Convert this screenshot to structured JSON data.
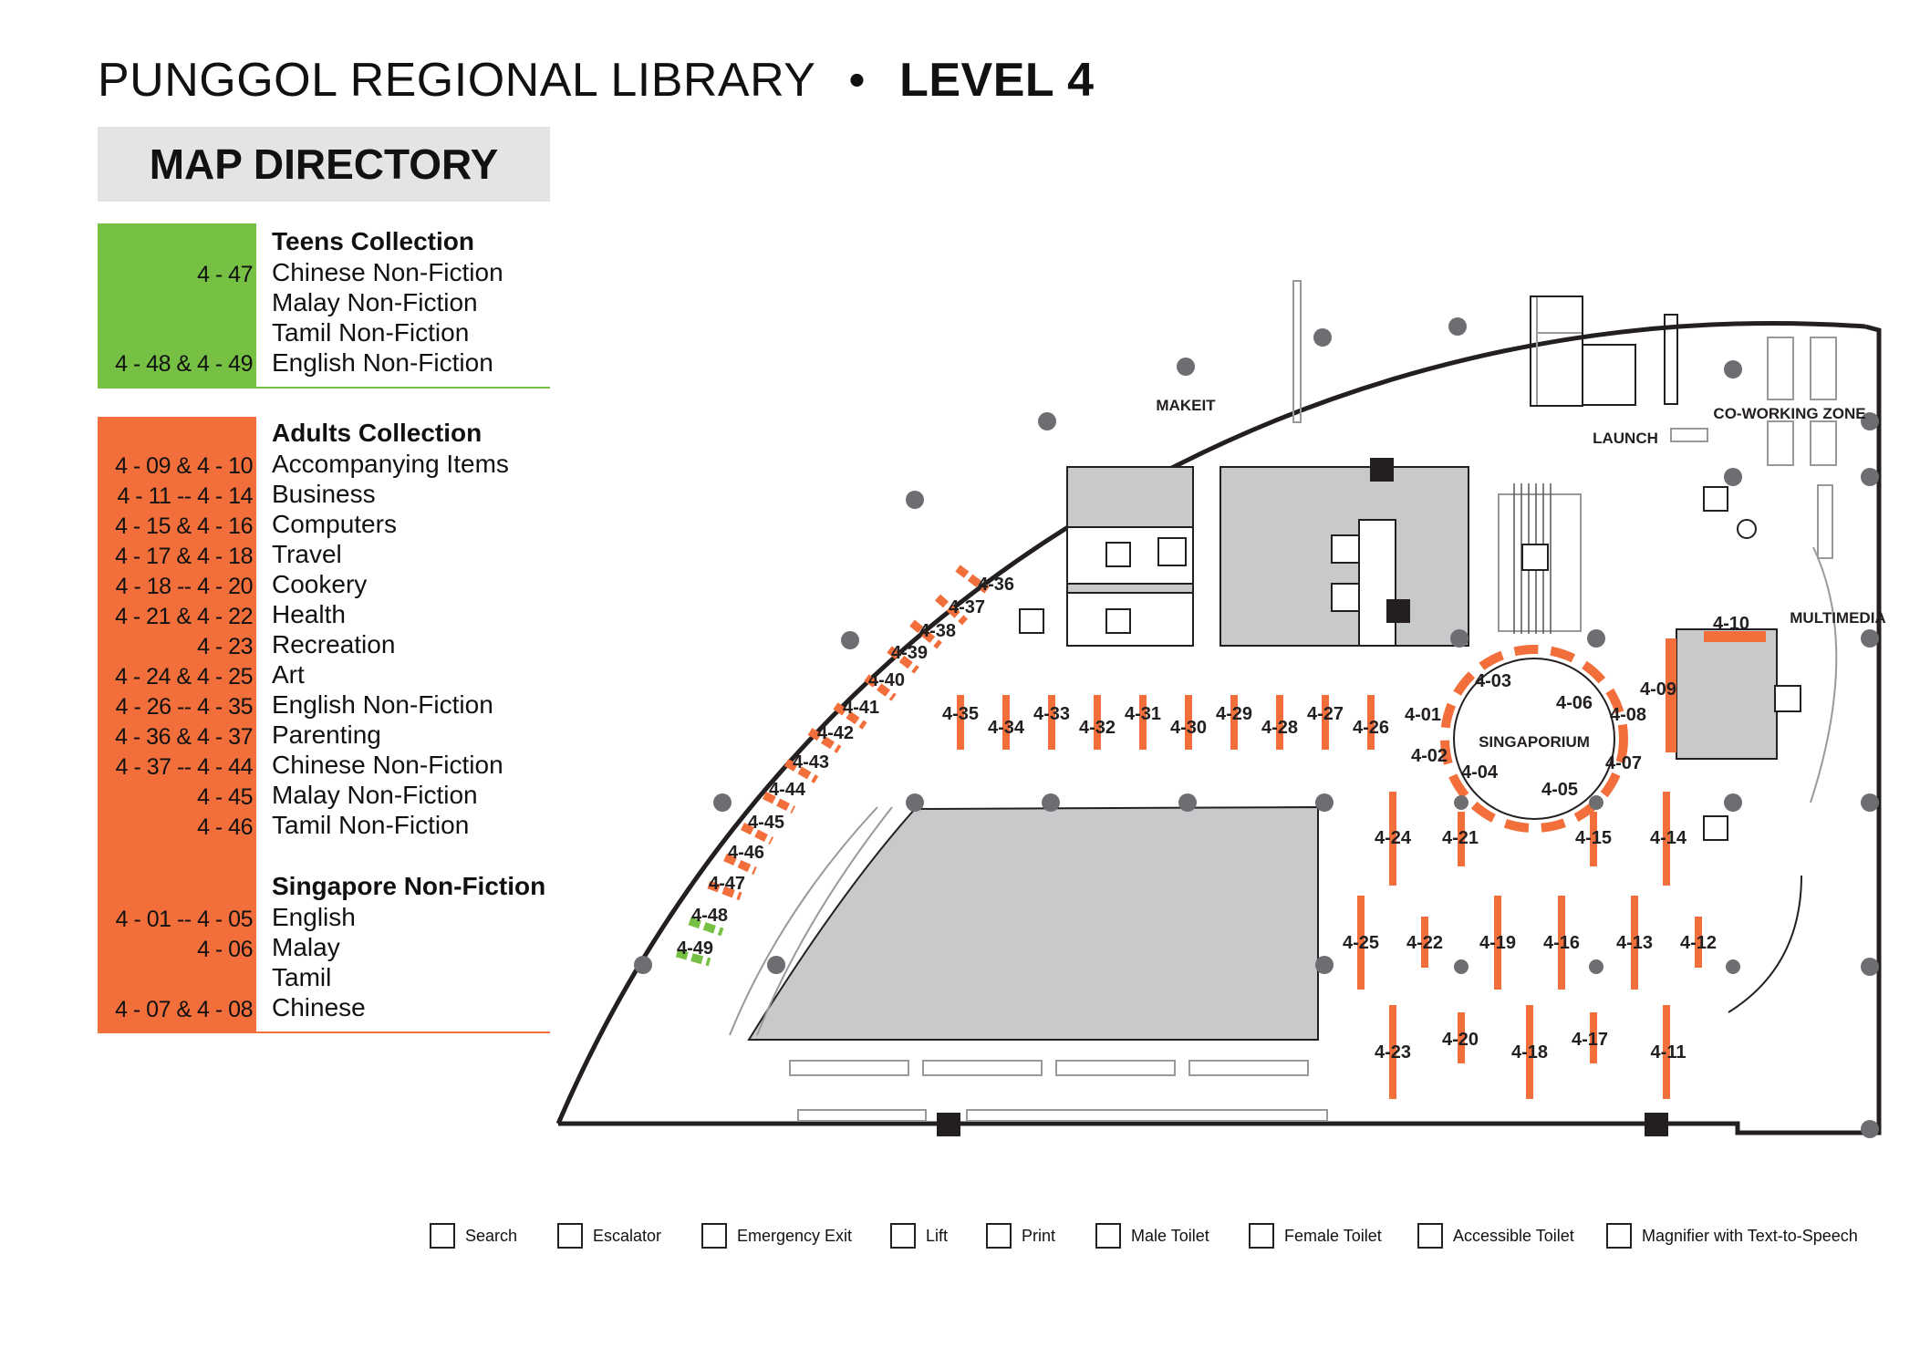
{
  "title": {
    "name": "PUNGGOL REGIONAL LIBRARY",
    "separator": "•",
    "level": "LEVEL 4"
  },
  "directory": {
    "heading": "MAP DIRECTORY",
    "teens": {
      "heading": "Teens Collection",
      "items": [
        {
          "code": "4 - 47",
          "label": "Chinese Non-Fiction"
        },
        {
          "code": "",
          "label": "Malay Non-Fiction"
        },
        {
          "code": "",
          "label": "Tamil Non-Fiction"
        },
        {
          "code": "4 - 48 & 4 - 49",
          "label": "English Non-Fiction"
        }
      ]
    },
    "adults": {
      "heading": "Adults Collection",
      "items": [
        {
          "code": "4 - 09 & 4 - 10",
          "label": "Accompanying Items"
        },
        {
          "code": "4 - 11 -- 4 - 14",
          "label": "Business"
        },
        {
          "code": "4 - 15 & 4 - 16",
          "label": "Computers"
        },
        {
          "code": "4 - 17 & 4 - 18",
          "label": "Travel"
        },
        {
          "code": "4 - 18 -- 4 - 20",
          "label": "Cookery"
        },
        {
          "code": "4 - 21 & 4 - 22",
          "label": "Health"
        },
        {
          "code": "4 - 23",
          "label": "Recreation"
        },
        {
          "code": "4 - 24 & 4 - 25",
          "label": "Art"
        },
        {
          "code": "4 - 26 -- 4 - 35",
          "label": "English Non-Fiction"
        },
        {
          "code": "4 - 36 & 4 - 37",
          "label": "Parenting"
        },
        {
          "code": "4 - 37 -- 4 - 44",
          "label": "Chinese Non-Fiction"
        },
        {
          "code": "4 - 45",
          "label": "Malay Non-Fiction"
        },
        {
          "code": "4 - 46",
          "label": "Tamil Non-Fiction"
        }
      ]
    },
    "singapore": {
      "heading": "Singapore Non-Fiction",
      "items": [
        {
          "code": "4 - 01 -- 4 - 05",
          "label": "English"
        },
        {
          "code": "4 - 06",
          "label": "Malay"
        },
        {
          "code": "",
          "label": "Tamil"
        },
        {
          "code": "4 - 07 & 4 - 08",
          "label": "Chinese"
        }
      ]
    }
  },
  "map": {
    "areas": {
      "makeit": "MAKEIT",
      "launch": "LAUNCH",
      "coworking": "CO-WORKING ZONE",
      "multimedia": "MULTIMEDIA",
      "singaporium": "SINGAPORIUM"
    },
    "shelves": [
      "4-01",
      "4-02",
      "4-03",
      "4-04",
      "4-05",
      "4-06",
      "4-07",
      "4-08",
      "4-09",
      "4-10",
      "4-11",
      "4-12",
      "4-13",
      "4-14",
      "4-15",
      "4-16",
      "4-17",
      "4-18",
      "4-19",
      "4-20",
      "4-21",
      "4-22",
      "4-23",
      "4-24",
      "4-25",
      "4-26",
      "4-27",
      "4-28",
      "4-29",
      "4-30",
      "4-31",
      "4-32",
      "4-33",
      "4-34",
      "4-35",
      "4-36",
      "4-37",
      "4-38",
      "4-39",
      "4-40",
      "4-41",
      "4-42",
      "4-43",
      "4-44",
      "4-45",
      "4-46",
      "4-47",
      "4-48",
      "4-49"
    ]
  },
  "colors": {
    "teens": "#76c043",
    "adults": "#f26f3b",
    "room": "#c8c9cb",
    "pillar": "#6d6e71",
    "directory_bg": "#e6e4e3"
  },
  "legend": [
    {
      "icon": "search-icon",
      "label": "Search"
    },
    {
      "icon": "escalator-icon",
      "label": "Escalator"
    },
    {
      "icon": "emergency-exit-icon",
      "label": "Emergency Exit"
    },
    {
      "icon": "lift-icon",
      "label": "Lift"
    },
    {
      "icon": "print-icon",
      "label": "Print"
    },
    {
      "icon": "male-toilet-icon",
      "label": "Male Toilet"
    },
    {
      "icon": "female-toilet-icon",
      "label": "Female Toilet"
    },
    {
      "icon": "accessible-toilet-icon",
      "label": "Accessible Toilet"
    },
    {
      "icon": "magnifier-tts-icon",
      "label": "Magnifier with Text-to-Speech"
    }
  ]
}
